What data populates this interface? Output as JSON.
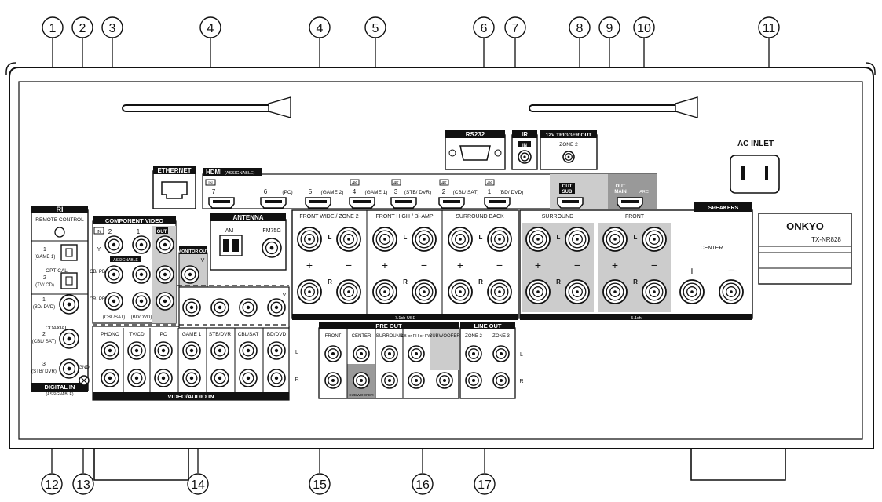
{
  "callout_numbers": [
    "1",
    "2",
    "3",
    "4",
    "4",
    "5",
    "6",
    "7",
    "8",
    "9",
    "10",
    "11",
    "12",
    "13",
    "14",
    "15",
    "16",
    "17"
  ],
  "labels": {
    "ethernet": "ETHERNET",
    "hdmi": "HDMI",
    "hdmi_assignable": "(ASSIGNABLE)",
    "in": "IN",
    "rs232": "RS232",
    "ir": "IR",
    "ir_in": "IN",
    "trigger": "12V TRIGGER OUT",
    "zone2": "ZONE 2",
    "ac_inlet": "AC INLET",
    "speakers": "SPEAKERS",
    "brand": "ONKYO",
    "model": "TX-NR828",
    "ri": "RI",
    "remote_control": "REMOTE CONTROL",
    "component_video": "COMPONENT VIDEO",
    "assignable": "ASSIGNABLE",
    "monitor_out": "MONITOR OUT",
    "antenna": "ANTENNA",
    "am": "AM",
    "fm": "FM75Ω",
    "optical": "OPTICAL",
    "coaxial": "COAXIAL",
    "digital_in": "DIGITAL IN",
    "digital_in_sub": "(ASSIGNABLE)",
    "gnd": "GND",
    "video_audio_in": "VIDEO/AUDIO IN",
    "pre_out": "PRE OUT",
    "line_out": "LINE OUT",
    "ch71_use": "7.1ch USE",
    "ch51": "5.1ch",
    "out": "OUT",
    "sub": "SUB",
    "main": "MAIN",
    "arc": "ARC",
    "v": "V",
    "y": "Y",
    "cb_pb": "CB/ PB",
    "cr_pr": "CR/ PR"
  },
  "hdmi_inputs": [
    {
      "num": "7",
      "name": ""
    },
    {
      "num": "6",
      "name": "(PC)"
    },
    {
      "num": "5",
      "name": "(GAME 2)"
    },
    {
      "num": "4",
      "name": "(GAME 1)"
    },
    {
      "num": "3",
      "name": "(STB/ DVR)"
    },
    {
      "num": "2",
      "name": "(CBL/ SAT)"
    },
    {
      "num": "1",
      "name": "(BD/ DVD)"
    }
  ],
  "hdmi_4k_badge": "4K",
  "optical_inputs": [
    {
      "num": "1",
      "name": "(GAME 1)"
    },
    {
      "num": "2",
      "name": "(TV/ CD)"
    }
  ],
  "coaxial_inputs": [
    {
      "num": "1",
      "name": "(BD/ DVD)"
    },
    {
      "num": "2",
      "name": "(CBL/ SAT)"
    },
    {
      "num": "3",
      "name": "(STB/ DVR)"
    }
  ],
  "component_inputs": [
    {
      "num": "2",
      "name": "(CBL/SAT)"
    },
    {
      "num": "1",
      "name": "(BD/DVD)"
    }
  ],
  "av_inputs": [
    "PHONO",
    "TV/CD",
    "PC",
    "GAME 1",
    "STB/DVR",
    "CBL/SAT",
    "BD/DVD"
  ],
  "speaker_groups_left": [
    "FRONT WIDE / ZONE 2",
    "FRONT HIGH / Bi-AMP",
    "SURROUND BACK"
  ],
  "speaker_groups_right": [
    "SURROUND",
    "FRONT",
    "CENTER"
  ],
  "pre_out_cols": [
    "FRONT",
    "CENTER",
    "SURROUND",
    "SB or FH or FW",
    "SUBWOOFER"
  ],
  "pre_out_subwoofer_label": "SUBWOOFER",
  "line_out_cols": [
    "ZONE 2",
    "ZONE 3"
  ],
  "lr": {
    "l": "L",
    "r": "R"
  },
  "polarity": {
    "plus": "+",
    "minus": "−"
  }
}
